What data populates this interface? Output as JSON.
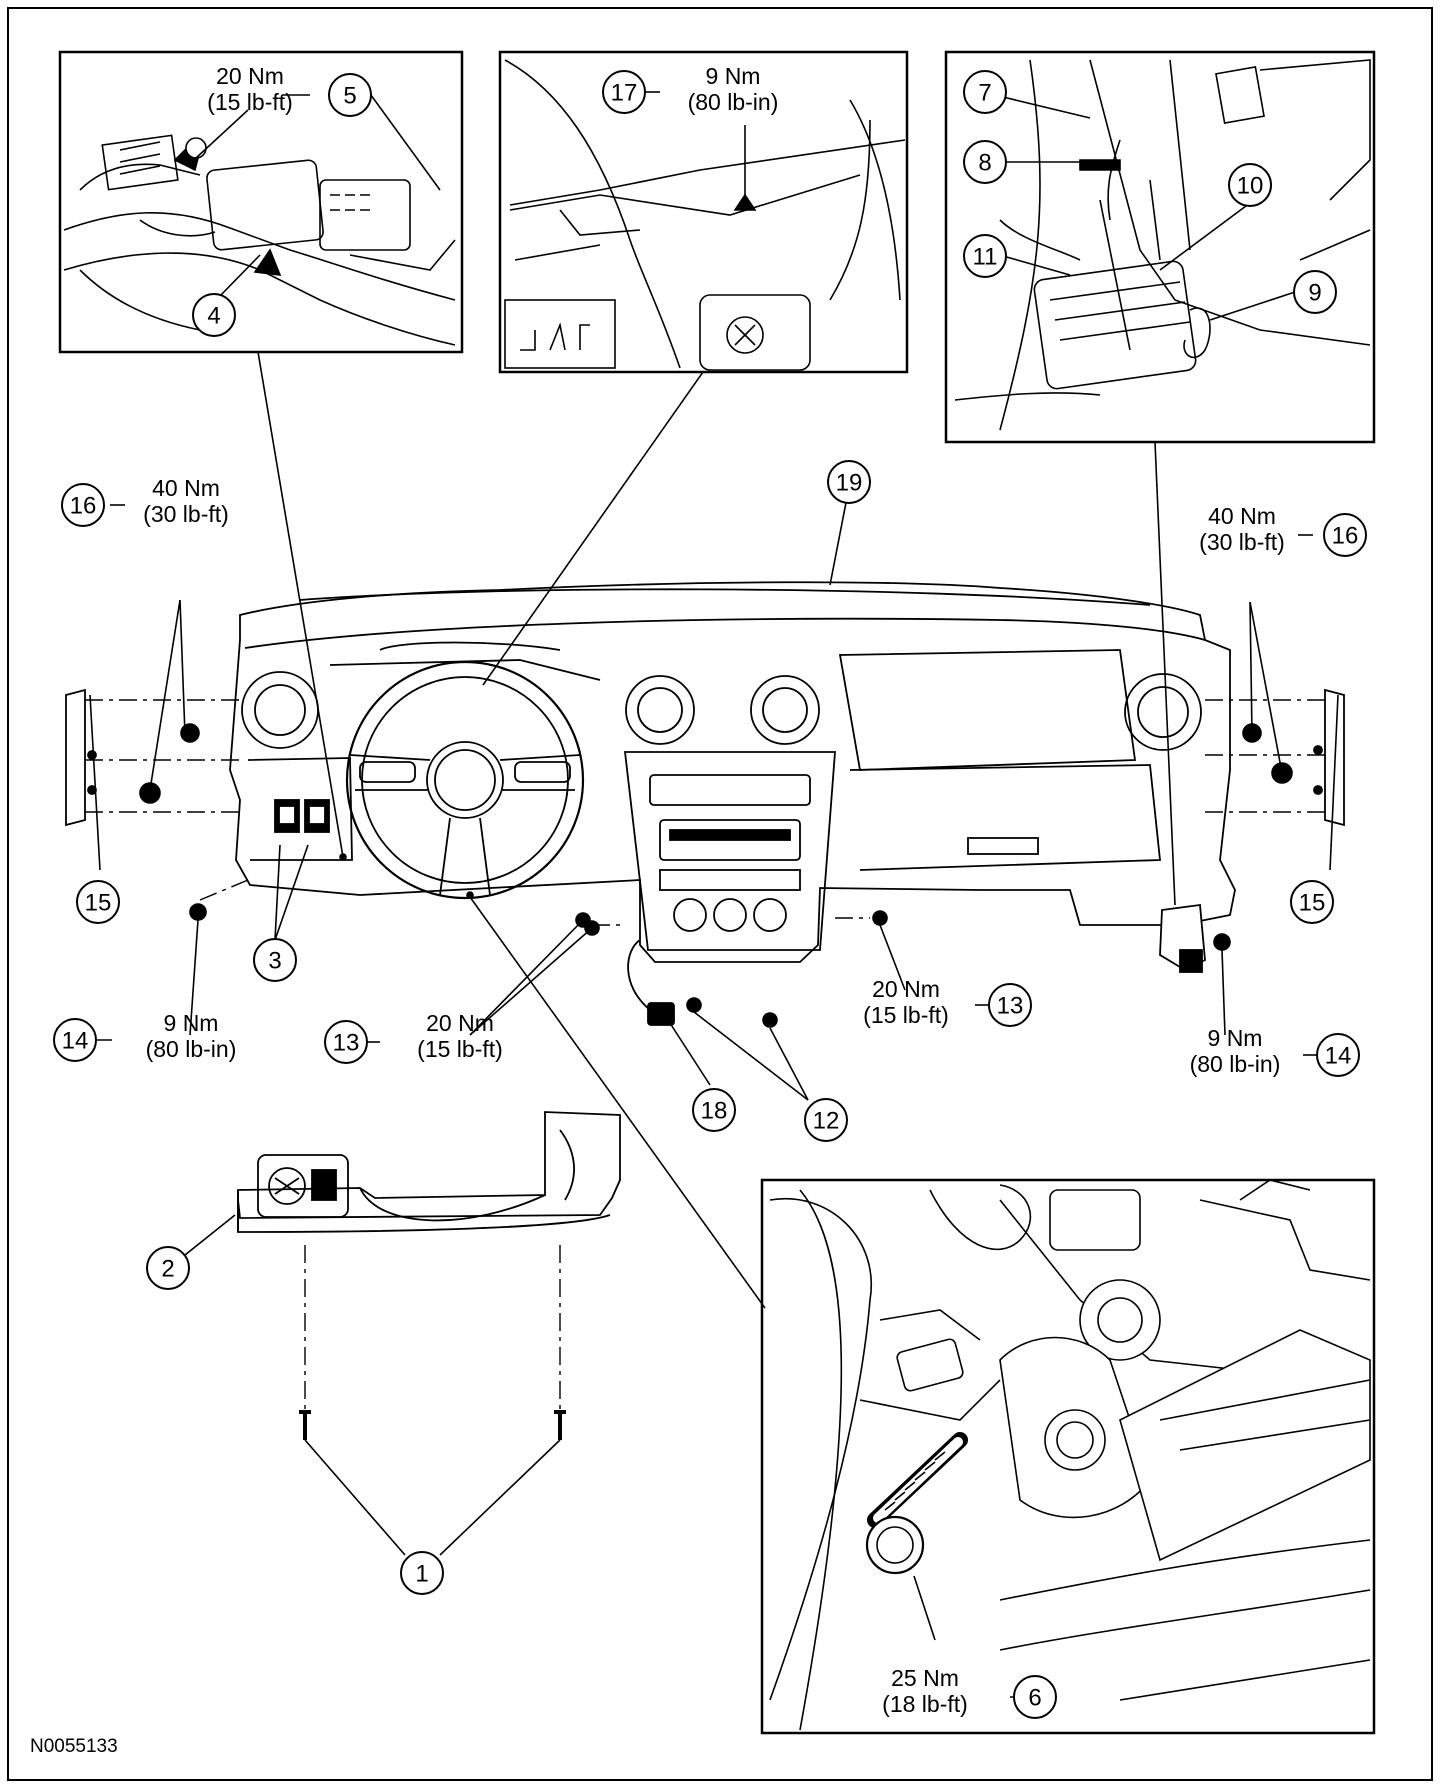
{
  "figure_code": "N0055133",
  "callouts": [
    {
      "id": "c1",
      "num": "1"
    },
    {
      "id": "c2",
      "num": "2"
    },
    {
      "id": "c3",
      "num": "3"
    },
    {
      "id": "c4",
      "num": "4"
    },
    {
      "id": "c5",
      "num": "5"
    },
    {
      "id": "c6",
      "num": "6"
    },
    {
      "id": "c7",
      "num": "7"
    },
    {
      "id": "c8",
      "num": "8"
    },
    {
      "id": "c9",
      "num": "9"
    },
    {
      "id": "c10",
      "num": "10"
    },
    {
      "id": "c11",
      "num": "11"
    },
    {
      "id": "c12",
      "num": "12"
    },
    {
      "id": "c13a",
      "num": "13"
    },
    {
      "id": "c13b",
      "num": "13"
    },
    {
      "id": "c14a",
      "num": "14"
    },
    {
      "id": "c14b",
      "num": "14"
    },
    {
      "id": "c15a",
      "num": "15"
    },
    {
      "id": "c15b",
      "num": "15"
    },
    {
      "id": "c16a",
      "num": "16"
    },
    {
      "id": "c16b",
      "num": "16"
    },
    {
      "id": "c17",
      "num": "17"
    },
    {
      "id": "c18",
      "num": "18"
    },
    {
      "id": "c19",
      "num": "19"
    }
  ],
  "torques": [
    {
      "id": "t5",
      "metric": "20 Nm",
      "imperial": "(15 lb-ft)"
    },
    {
      "id": "t17",
      "metric": "9 Nm",
      "imperial": "(80 lb-in)"
    },
    {
      "id": "t16a",
      "metric": "40 Nm",
      "imperial": "(30 lb-ft)"
    },
    {
      "id": "t16b",
      "metric": "40 Nm",
      "imperial": "(30 lb-ft)"
    },
    {
      "id": "t14a",
      "metric": "9 Nm",
      "imperial": "(80 lb-in)"
    },
    {
      "id": "t13a",
      "metric": "20 Nm",
      "imperial": "(15 lb-ft)"
    },
    {
      "id": "t13b",
      "metric": "20 Nm",
      "imperial": "(15 lb-ft)"
    },
    {
      "id": "t14b",
      "metric": "9 Nm",
      "imperial": "(80 lb-in)"
    },
    {
      "id": "t6",
      "metric": "25 Nm",
      "imperial": "(18 lb-ft)"
    }
  ]
}
